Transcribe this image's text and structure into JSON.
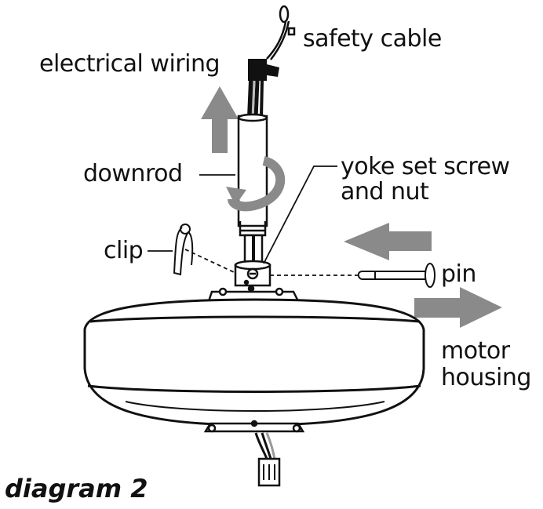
{
  "labels": {
    "safety_cable": "safety cable",
    "electrical_wiring": "electrical wiring",
    "downrod": "downrod",
    "yoke_line1": "yoke set screw",
    "yoke_line2": "and nut",
    "clip": "clip",
    "pin": "pin",
    "motor_line1": "motor",
    "motor_line2": "housing"
  },
  "caption": "diagram 2",
  "colors": {
    "ink": "#111111",
    "arrow_gray": "#8a8a8a",
    "fill_white": "#ffffff"
  }
}
